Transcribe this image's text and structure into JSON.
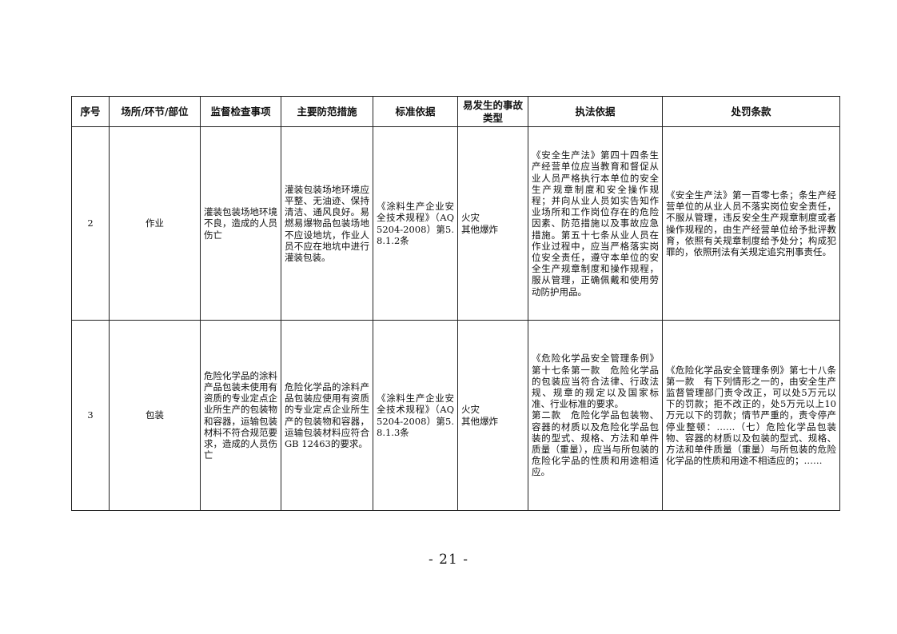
{
  "table": {
    "headers": [
      "序号",
      "场所/环节/部位",
      "监督检查事项",
      "主要防范措施",
      "标准依据",
      "易发生的事故类型",
      "执法依据",
      "处罚条款"
    ],
    "rows": [
      {
        "no": "2",
        "place": "作业",
        "item": "灌装包装场地环境不良，造成的人员伤亡",
        "measure": "灌装包装场地环境应平整、无油迹、保持清洁、通风良好。易燃易爆物品包装场地不应设地坑，作业人员不应在地坑中进行灌装包装。",
        "standard": "《涂料生产企业安全技术规程》（AQ 5204-2008）第5.8.1.2条",
        "accident": "火灾\n其他爆炸",
        "law": "《安全生产法》第四十四条生产经营单位应当教育和督促从业人员严格执行本单位的安全生产规章制度和安全操作规程；并向从业人员如实告知作业场所和工作岗位存在的危险因素、防范措施以及事故应急措施。第五十七条从业人员在作业过程中，应当严格落实岗位安全责任，遵守本单位的安全生产规章制度和操作规程，服从管理，正确佩戴和使用劳动防护用品。",
        "penalty": "《安全生产法》第一百零七条；条生产经营单位的从业人员不落实岗位安全责任，不服从管理，违反安全生产规章制度或者操作规程的，由生产经营单位给予批评教育，依照有关规章制度给予处分；构成犯罪的，依照刑法有关规定追究刑事责任。"
      },
      {
        "no": "3",
        "place": "包装",
        "item": "危险化学品的涂料产品包装未使用有资质的专业定点企业所生产的包装物和容器，运输包装材料不符合规范要求，造成的人员伤亡",
        "measure": "危险化学品的涂料产品包装应使用有资质的专业定点企业所生产的包装物和容器，运输包装材料应符合GB 12463的要求。",
        "standard": "《涂料生产企业安全技术规程》（AQ 5204-2008）第5.8.1.3条",
        "accident": "火灾\n其他爆炸",
        "law": "《危险化学品安全管理条例》第十七条第一款　危险化学品的包装应当符合法律、行政法规、规章的规定以及国家标准、行业标准的要求。\n第二款　危险化学品包装物、容器的材质以及危险化学品包装的型式、规格、方法和单件质量（重量），应当与所包装的危险化学品的性质和用途相适应。",
        "penalty": "《危险化学品安全管理条例》第七十八条第一款　有下列情形之一的，由安全生产监督管理部门责令改正，可以处5万元以下的罚款；拒不改正的，处5万元以上10万元以下的罚款；情节严重的，责令停产停业整顿：……（七）危险化学品包装物、容器的材质以及包装的型式、规格、方法和单件质量（重量）与所包装的危险化学品的性质和用途不相适应的；……"
      }
    ]
  },
  "page_number": "- 21 -"
}
